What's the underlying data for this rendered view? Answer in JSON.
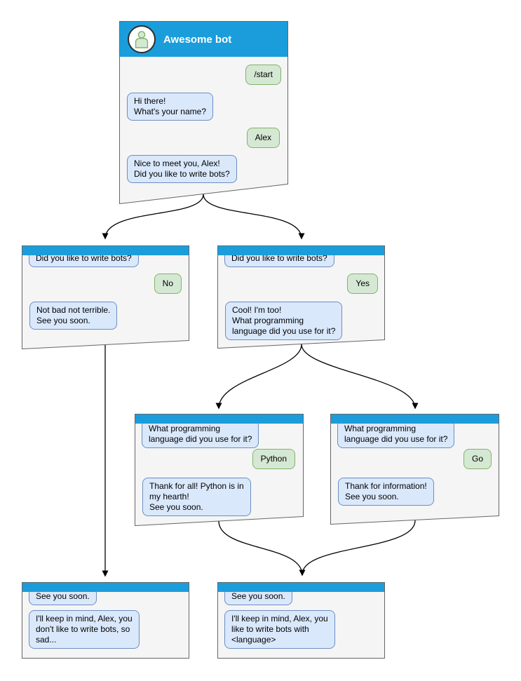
{
  "colors": {
    "header-blue": "#1B9DDB",
    "panel-bg": "#F5F5F5",
    "panel-border": "#666666",
    "bot-bubble-bg": "#DAE8FC",
    "bot-bubble-border": "#6C8EBF",
    "user-bubble-bg": "#D5E8D4",
    "user-bubble-border": "#82B366",
    "arrow-color": "#000000",
    "title-color": "#FFFFFF"
  },
  "main_window": {
    "title": "Awesome bot",
    "avatar_icon": "person-icon",
    "messages": {
      "start_command": "/start",
      "greeting": "Hi there!\nWhat's your name?",
      "name_reply": "Alex",
      "ask_bots": "Nice to meet you, Alex!\nDid you like to write bots?"
    }
  },
  "nodes": {
    "no_branch": {
      "question": "Did you like to write bots?",
      "answer": "No",
      "reply": "Not bad not terrible.\nSee you soon."
    },
    "yes_branch": {
      "question": "Did you like to write bots?",
      "answer": "Yes",
      "reply": "Cool! I'm too!\nWhat programming\nlanguage did you use for it?"
    },
    "python_branch": {
      "question": "What programming\nlanguage did you use for it?",
      "answer": "Python",
      "reply": "Thank for all! Python is in\nmy hearth!\nSee you soon."
    },
    "go_branch": {
      "question": "What programming\nlanguage did you use for it?",
      "answer": "Go",
      "reply": "Thank for information!\nSee you soon."
    },
    "end_no": {
      "context_message": "See you soon.",
      "reply": "I'll keep in mind, Alex, you\ndon't like to write bots, so\nsad..."
    },
    "end_yes": {
      "context_message": "See you soon.",
      "reply": "I'll keep in mind, Alex, you\nlike to write bots with\n<language>"
    }
  }
}
